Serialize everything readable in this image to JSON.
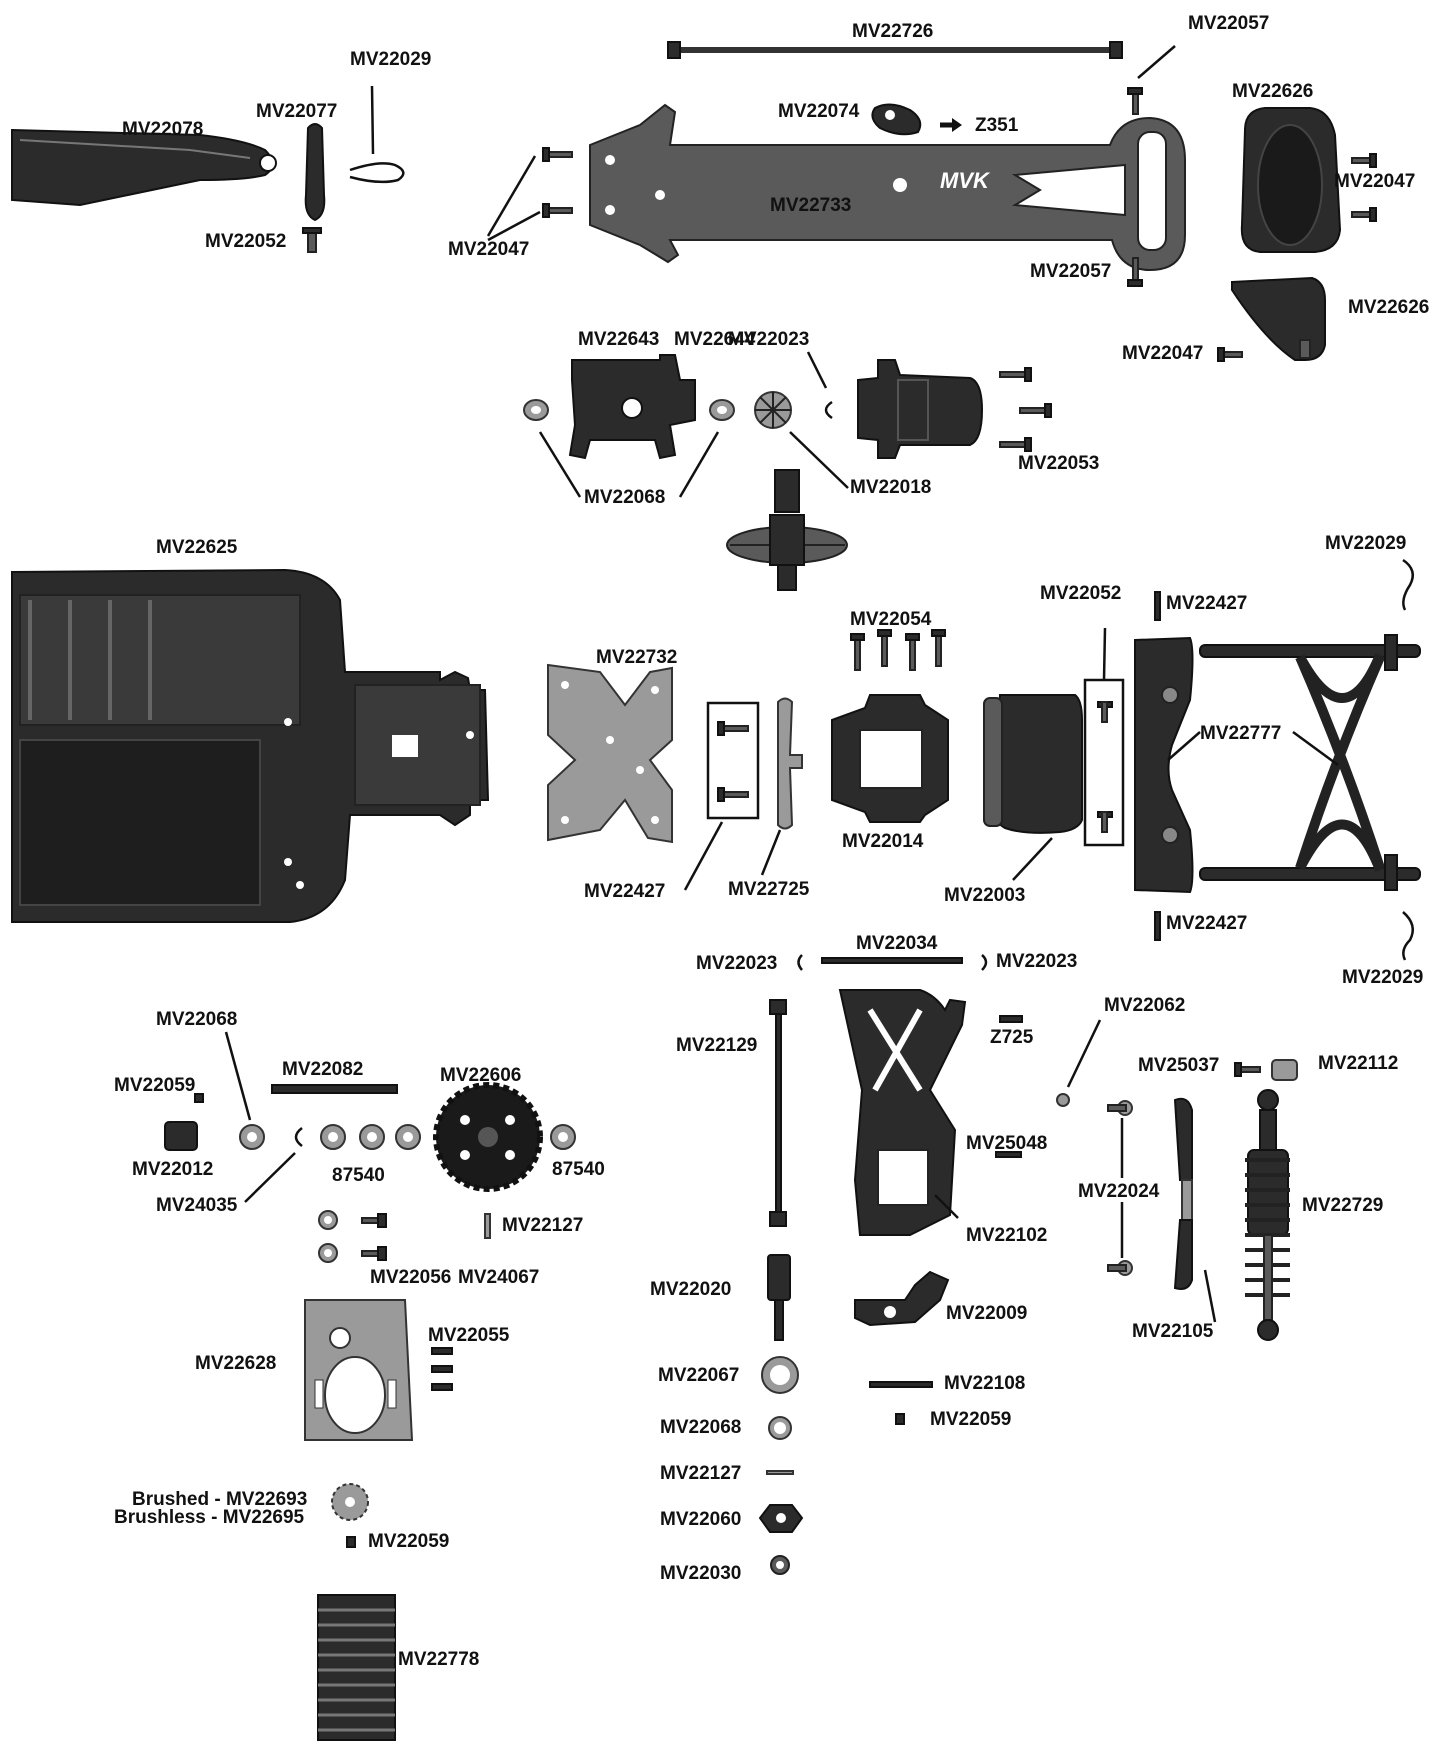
{
  "colors": {
    "ink": "#111111",
    "part_dark": "#2b2b2b",
    "part_mid": "#5a5a5a",
    "part_light": "#9a9a9a",
    "background": "#ffffff"
  },
  "frame_logo": "MVK",
  "labels": {
    "l01": "MV22726",
    "l02": "MV22057",
    "l03": "MV22029",
    "l04": "MV22626",
    "l05": "MV22077",
    "l06": "MV22074",
    "l07": "Z351",
    "l08": "MV22078",
    "l09": "MV22047",
    "l10": "MV22733",
    "l11": "MV22052",
    "l12": "MV22047",
    "l13": "MV22057",
    "l14": "MV22626",
    "l15": "MV22643",
    "l16": "MV22644",
    "l17": "MV22023",
    "l18": "MV22047",
    "l19": "MV22053",
    "l20": "MV22018",
    "l21": "MV22068",
    "l22": "MV22625",
    "l23": "MV22029",
    "l24": "MV22052",
    "l25": "MV22427",
    "l26": "MV22054",
    "l27": "MV22732",
    "l28": "MV22777",
    "l29": "MV22014",
    "l30": "MV22427",
    "l31": "MV22725",
    "l32": "MV22003",
    "l33": "MV22427",
    "l34": "MV22034",
    "l35": "MV22023",
    "l36": "MV22023",
    "l37": "MV22029",
    "l38": "MV22068",
    "l39": "MV22062",
    "l40": "MV22129",
    "l41": "Z725",
    "l42": "MV22082",
    "l43": "MV22606",
    "l44": "MV25037",
    "l45": "MV22112",
    "l46": "MV22059",
    "l47": "MV25048",
    "l48": "MV22012",
    "l49": "87540",
    "l50": "87540",
    "l51": "MV22024",
    "l52": "MV24035",
    "l53": "MV22729",
    "l54": "MV22127",
    "l55": "MV22102",
    "l56": "MV22056",
    "l57": "MV24067",
    "l58": "MV22020",
    "l59": "MV22009",
    "l60": "MV22105",
    "l61": "MV22055",
    "l62": "MV22628",
    "l63": "MV22067",
    "l64": "MV22108",
    "l65": "MV22068",
    "l66": "MV22059",
    "l67": "MV22127",
    "l68": "Brushed - MV22693",
    "l69": "Brushless - MV22695",
    "l70": "MV22060",
    "l71": "MV22059",
    "l72": "MV22030",
    "l73": "MV22778"
  }
}
